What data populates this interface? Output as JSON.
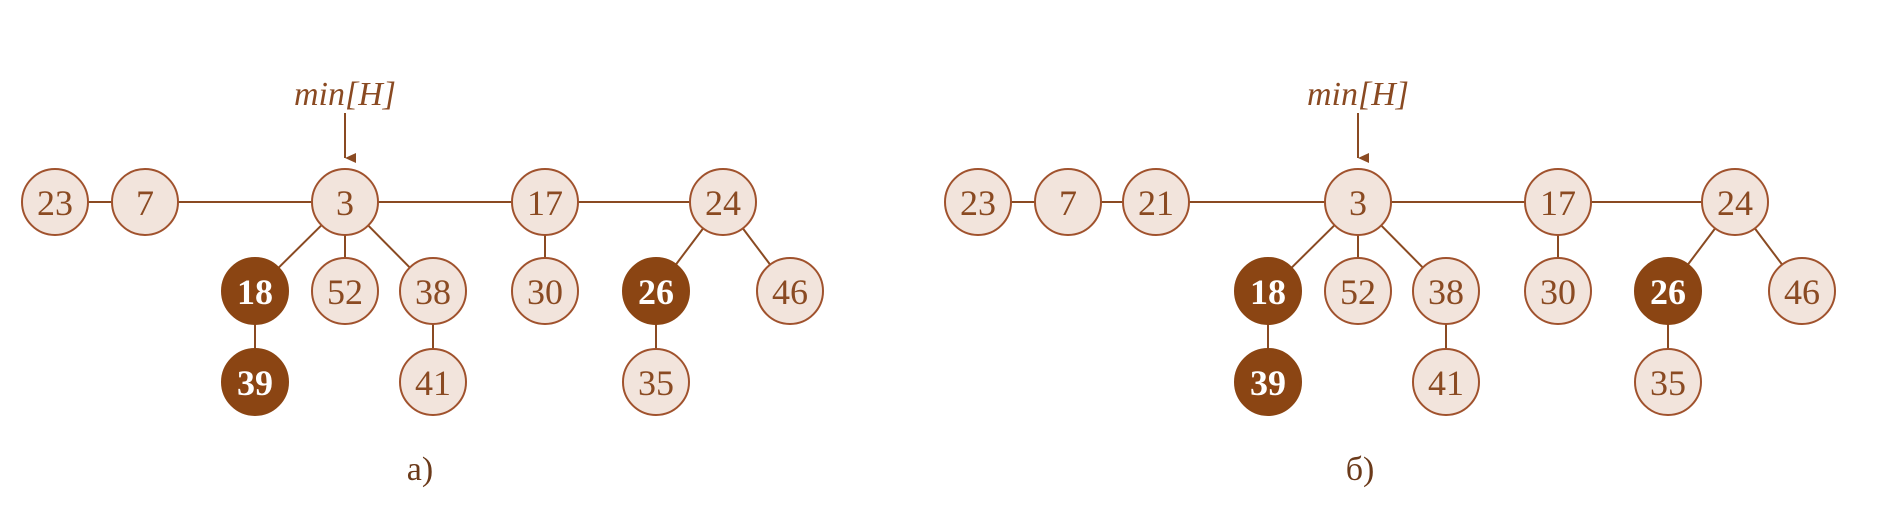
{
  "colors": {
    "light_fill": "#f2e4dc",
    "light_stroke": "#a0522d",
    "dark_fill": "#8b4513",
    "edge": "#8a4a22",
    "text": "#8a4a22"
  },
  "diagrams": [
    {
      "caption": "а)",
      "pointer_label": "min[H]",
      "roots": [
        "23",
        "7",
        "3",
        "17",
        "24"
      ],
      "nodes": [
        {
          "key": "23",
          "marked": false
        },
        {
          "key": "7",
          "marked": false
        },
        {
          "key": "3",
          "marked": false
        },
        {
          "key": "17",
          "marked": false
        },
        {
          "key": "24",
          "marked": false
        },
        {
          "key": "18",
          "marked": true
        },
        {
          "key": "52",
          "marked": false
        },
        {
          "key": "38",
          "marked": false
        },
        {
          "key": "30",
          "marked": false
        },
        {
          "key": "26",
          "marked": true
        },
        {
          "key": "46",
          "marked": false
        },
        {
          "key": "39",
          "marked": true
        },
        {
          "key": "41",
          "marked": false
        },
        {
          "key": "35",
          "marked": false
        }
      ],
      "edges": [
        [
          "3",
          "18"
        ],
        [
          "3",
          "52"
        ],
        [
          "3",
          "38"
        ],
        [
          "17",
          "30"
        ],
        [
          "24",
          "26"
        ],
        [
          "24",
          "46"
        ],
        [
          "18",
          "39"
        ],
        [
          "38",
          "41"
        ],
        [
          "26",
          "35"
        ]
      ]
    },
    {
      "caption": "б)",
      "pointer_label": "min[H]",
      "roots": [
        "23",
        "7",
        "21",
        "3",
        "17",
        "24"
      ],
      "nodes": [
        {
          "key": "23",
          "marked": false
        },
        {
          "key": "7",
          "marked": false
        },
        {
          "key": "21",
          "marked": false
        },
        {
          "key": "3",
          "marked": false
        },
        {
          "key": "17",
          "marked": false
        },
        {
          "key": "24",
          "marked": false
        },
        {
          "key": "18",
          "marked": true
        },
        {
          "key": "52",
          "marked": false
        },
        {
          "key": "38",
          "marked": false
        },
        {
          "key": "30",
          "marked": false
        },
        {
          "key": "26",
          "marked": true
        },
        {
          "key": "46",
          "marked": false
        },
        {
          "key": "39",
          "marked": true
        },
        {
          "key": "41",
          "marked": false
        },
        {
          "key": "35",
          "marked": false
        }
      ],
      "edges": [
        [
          "3",
          "18"
        ],
        [
          "3",
          "52"
        ],
        [
          "3",
          "38"
        ],
        [
          "17",
          "30"
        ],
        [
          "24",
          "26"
        ],
        [
          "24",
          "46"
        ],
        [
          "18",
          "39"
        ],
        [
          "38",
          "41"
        ],
        [
          "26",
          "35"
        ]
      ]
    }
  ]
}
